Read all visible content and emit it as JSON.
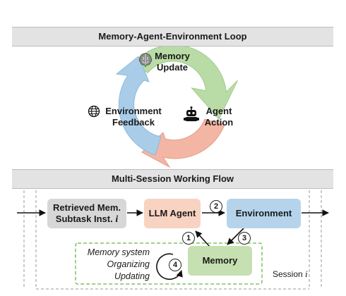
{
  "loop": {
    "title": "Memory-Agent-Environment Loop",
    "memory_update": [
      "Memory",
      "Update"
    ],
    "agent_action": [
      "Agent",
      "Action"
    ],
    "environment_feedback": [
      "Environment",
      "Feedback"
    ],
    "colors": {
      "green": "#b9dca6",
      "red": "#f4b6a4",
      "blue": "#a9cde8"
    }
  },
  "flow": {
    "title": "Multi-Session Working Flow",
    "retrieved": [
      "Retrieved Mem.",
      "Subtask Inst. "
    ],
    "retrieved_var": "i",
    "llm_agent": "LLM Agent",
    "environment": "Environment",
    "memory": "Memory",
    "memory_system": [
      "Memory system",
      "Organizing",
      "Updating"
    ],
    "steps": [
      "1",
      "2",
      "3",
      "4"
    ],
    "session_label": "Session ",
    "session_var": "i",
    "colors": {
      "retrieved": "#d7d7d7",
      "llm": "#f8d3c2",
      "environment": "#b5d4ec",
      "memory": "#c6e0b1",
      "dashed_green": "#66b84b"
    }
  }
}
